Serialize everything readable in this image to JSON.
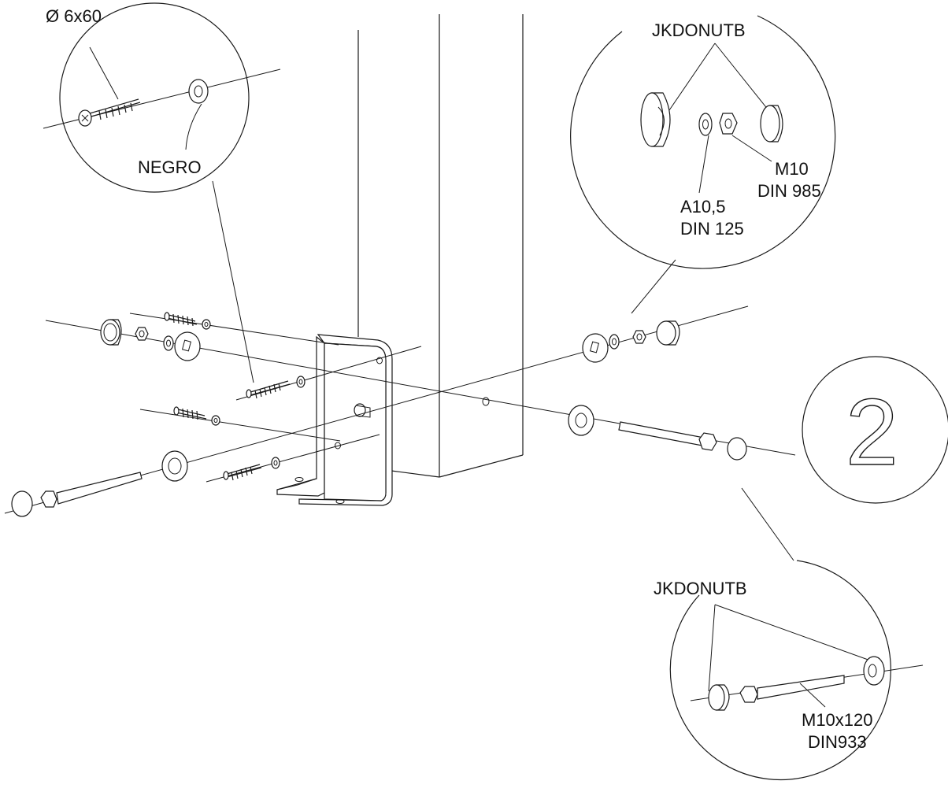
{
  "diagram": {
    "step_number": "2",
    "detail_screw": {
      "size_label": "Ø 6x60",
      "washer_label": "NEGRO"
    },
    "detail_nut": {
      "cap_label": "JKDONUTB",
      "nut_label_1": "M10",
      "nut_label_2": "DIN 985",
      "washer_label_1": "A10,5",
      "washer_label_2": "DIN 125"
    },
    "detail_bolt": {
      "cap_label": "JKDONUTB",
      "bolt_label_1": "M10x120",
      "bolt_label_2": "DIN933"
    }
  }
}
